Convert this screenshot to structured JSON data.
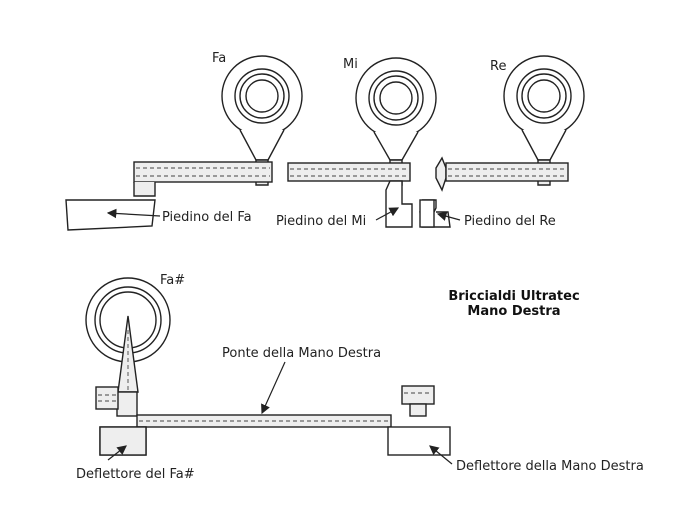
{
  "labels": {
    "key_fa": "Fa",
    "key_mi": "Mi",
    "key_re": "Re",
    "key_fa_sharp": "Fa#",
    "piedino_fa": "Piedino del Fa",
    "piedino_mi": "Piedino del Mi",
    "piedino_re": "Piedino del Re",
    "ponte": "Ponte della Mano Destra",
    "deflettore_fa_sharp": "Deflettore del Fa#",
    "deflettore_mano_destra": "Deflettore della Mano Destra"
  },
  "title": {
    "line1": "Briccialdi Ultratec",
    "line2": "Mano Destra"
  }
}
